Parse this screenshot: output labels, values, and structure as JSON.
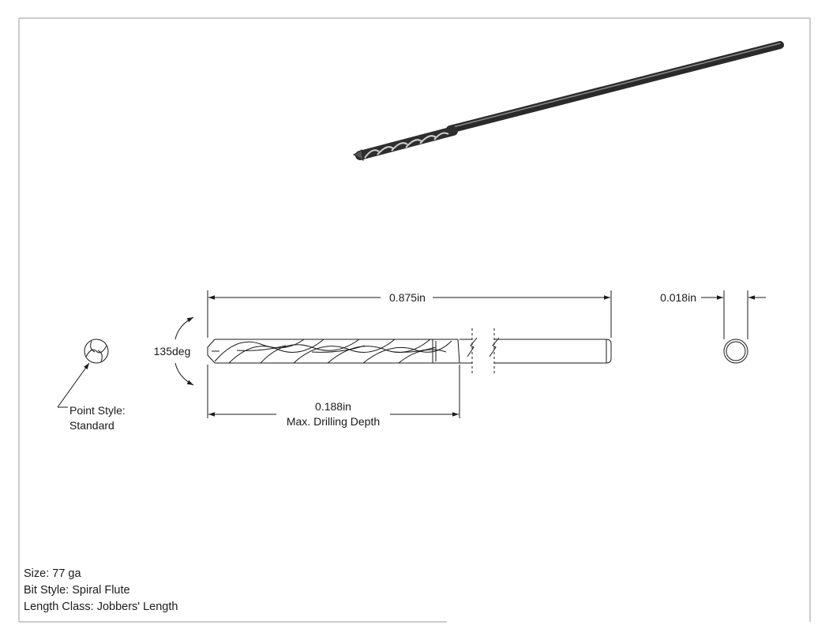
{
  "drawing": {
    "overall_length": "0.875in",
    "diameter": "0.018in",
    "point_angle": "135deg",
    "drill_depth_value": "0.188in",
    "drill_depth_caption": "Max. Drilling Depth",
    "point_style_label": "Point Style:",
    "point_style_value": "Standard"
  },
  "specs": {
    "size": "Size: 77 ga",
    "bit_style": "Bit Style: Spiral Flute",
    "length_class": "Length Class: Jobbers' Length"
  }
}
